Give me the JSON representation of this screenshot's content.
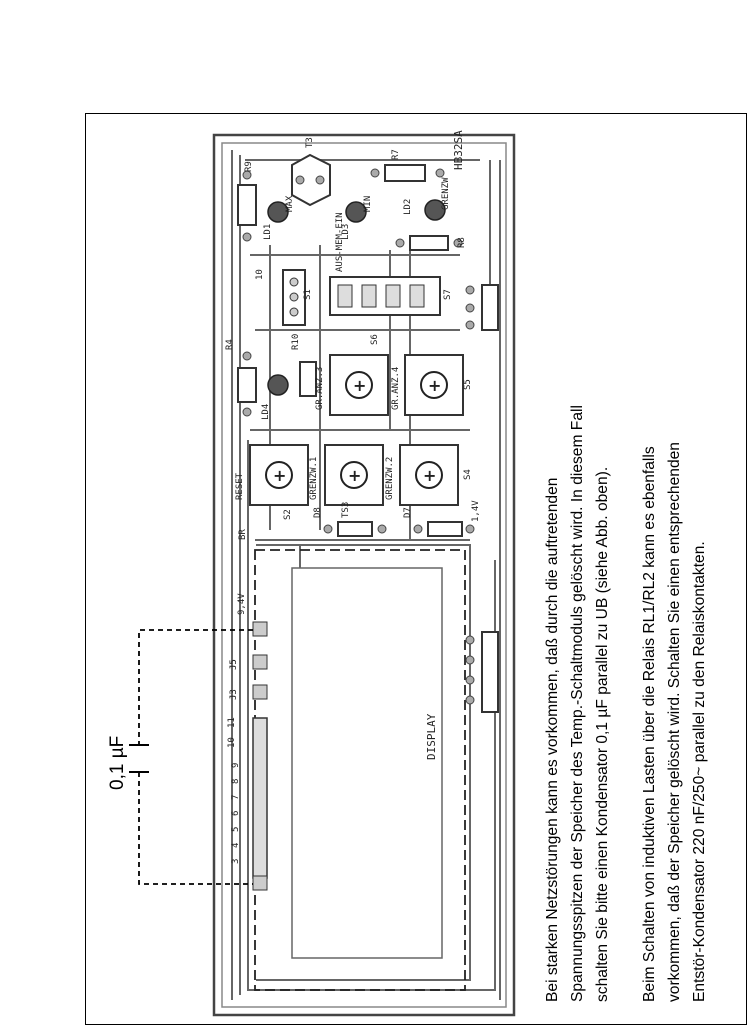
{
  "capacitor_label": "0,1 µF",
  "notes": [
    "Bei starken Netzstörungen kann es vorkommen, daß durch die auftretenden\nSpannungsspitzen der Speicher des Temp.-Schaltmoduls gelöscht wird. In diesem Fall\nschalten Sie bitte einen Kondensator 0,1 µF parallel zu UB (siehe Abb. oben).",
    "Beim Schalten von induktiven Lasten über die Relais RL1/RL2 kann es ebenfalls\nvorkommen, daß der Speicher gelöscht wird. Schalten Sie einen entsprechenden\nEntstör-Kondensator 220 nF/250~ parallel zu den Relaiskontakten."
  ],
  "board": {
    "board_id": "HB32SA",
    "display_label": "DISPLAY",
    "voltage_label": "9,4V",
    "voltage_label_2": "1,4V",
    "pin_numbers": [
      "3",
      "4",
      "5",
      "6",
      "7",
      "8",
      "9",
      "10",
      "11"
    ],
    "connector_labels": [
      "J5",
      "J3"
    ],
    "components": {
      "r9": "R9",
      "r7": "R7",
      "r8": "R8",
      "r4": "R4",
      "r10": "R10",
      "t3": "T3",
      "ld1": "LD1",
      "ld2": "LD2",
      "ld3": "LD3",
      "ld4": "LD4",
      "max": "MAX",
      "min": "MIN",
      "grenzw": "GRENZW",
      "ein": "EIN",
      "s1": "S1",
      "s2": "S2",
      "s4": "S4",
      "s5": "S5",
      "s6": "S6",
      "s7": "S7",
      "d7": "D7",
      "d8": "D8",
      "ts3": "TS3",
      "br": "BR",
      "j0": "10",
      "sw_reset": "RESET",
      "sw_grenzw1": "GRENZW.1",
      "sw_grenzw2": "GRENZW.2",
      "sw_prog3": "GR.ANZ.3",
      "sw_prog4": "GR.ANZ.4",
      "ausmemein": "AUS-MEM-EIN"
    }
  }
}
